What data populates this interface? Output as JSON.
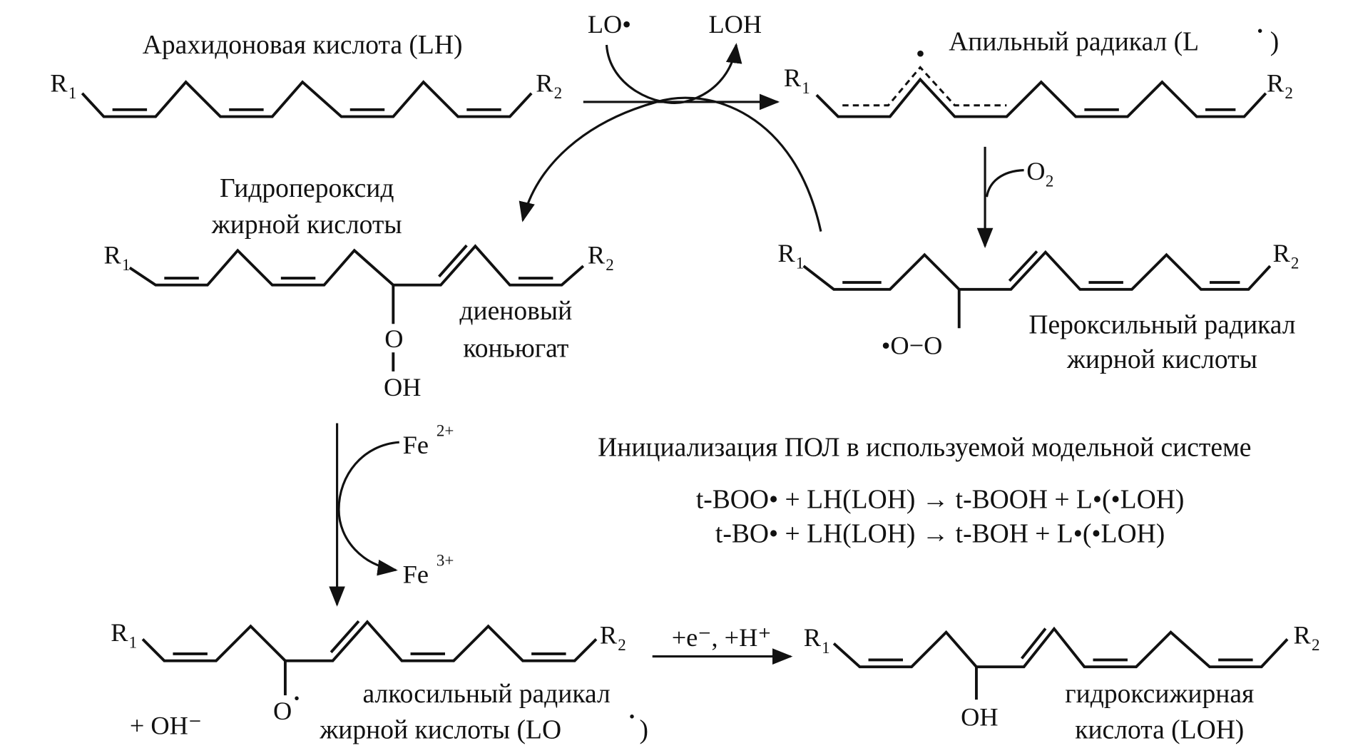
{
  "labels": {
    "arachidonic": "Арахидоновая кислота (LH)",
    "allyl": "Апильный радикал (L",
    "allyl_close": ")",
    "hydroperoxide_1": "Гидропероксид",
    "hydroperoxide_2": "жирной кислоты",
    "diene_1": "диеновый",
    "diene_2": "коньюгат",
    "peroxyl_1": "Пероксильный радикал",
    "peroxyl_2": "жирной кислоты",
    "alkoxyl_1": "алкосильный радикал",
    "alkoxyl_2": "жирной кислоты (LO",
    "alkoxyl_close": ")",
    "hydroxy_1": "гидроксижирная",
    "hydroxy_2": "кислота (LOH)",
    "init_title": "Инициализация ПОЛ в используемой модельной системе",
    "eq1": "t-BOO• + LH(LOH) → t-BOOH + L•(•LOH)",
    "eq2": "t-BO• + LH(LOH) → t-BOH + L•(•LOH)"
  },
  "reagents": {
    "lo_radical": "LO•",
    "loh": "LOH",
    "o2": "O",
    "o2_sub": "2",
    "fe": "Fe",
    "fe2_sup": "2+",
    "fe3_sup": "3+",
    "electron_proton": "+e⁻, +H⁺",
    "oh_minus": "+ OH⁻"
  },
  "atoms": {
    "r": "R",
    "sub1": "1",
    "sub2": "2",
    "o": "O",
    "oh": "OH",
    "radical_dot": "•",
    "peroxyl_oo": "•O−O"
  }
}
